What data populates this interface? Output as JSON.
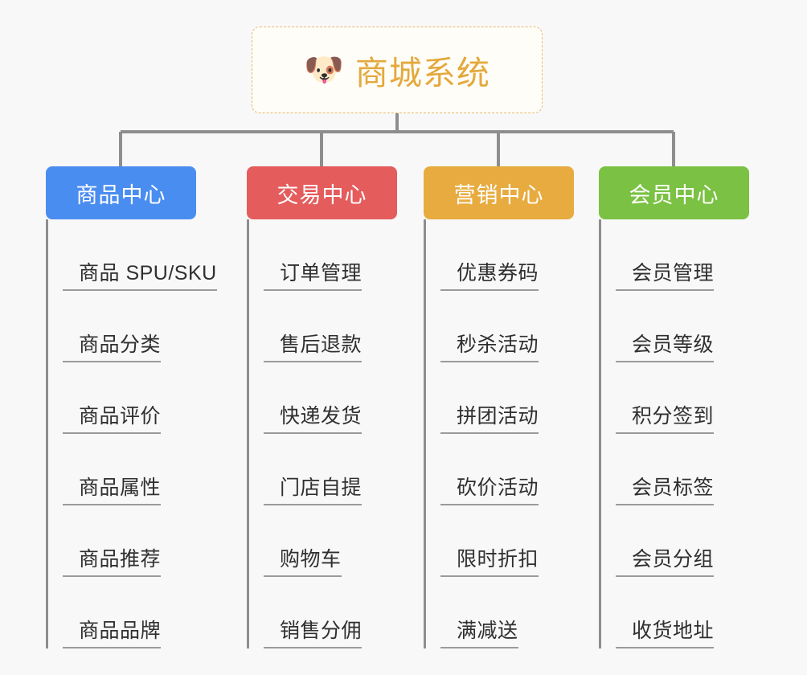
{
  "background_color": "#f8f8f8",
  "root": {
    "icon": "shiba-dog-emoji",
    "icon_glyph": "🐶",
    "title": "商城系统",
    "title_color": "#e3a93c",
    "border_color": "#e9b96b",
    "background": "#fffdf8"
  },
  "connector_color": "#8e8e8e",
  "columns": [
    {
      "title": "商品中心",
      "color": "#4a8df0",
      "text_color": "#ffffff",
      "items": [
        "商品 SPU/SKU",
        "商品分类",
        "商品评价",
        "商品属性",
        "商品推荐",
        "商品品牌"
      ]
    },
    {
      "title": "交易中心",
      "color": "#e45c5c",
      "text_color": "#ffffff",
      "items": [
        "订单管理",
        "售后退款",
        "快递发货",
        "门店自提",
        "购物车",
        "销售分佣"
      ]
    },
    {
      "title": "营销中心",
      "color": "#e8ab3f",
      "text_color": "#ffffff",
      "items": [
        "优惠券码",
        "秒杀活动",
        "拼团活动",
        "砍价活动",
        "限时折扣",
        "满减送"
      ]
    },
    {
      "title": "会员中心",
      "color": "#7bc143",
      "text_color": "#ffffff",
      "items": [
        "会员管理",
        "会员等级",
        "积分签到",
        "会员标签",
        "会员分组",
        "收货地址"
      ]
    }
  ]
}
